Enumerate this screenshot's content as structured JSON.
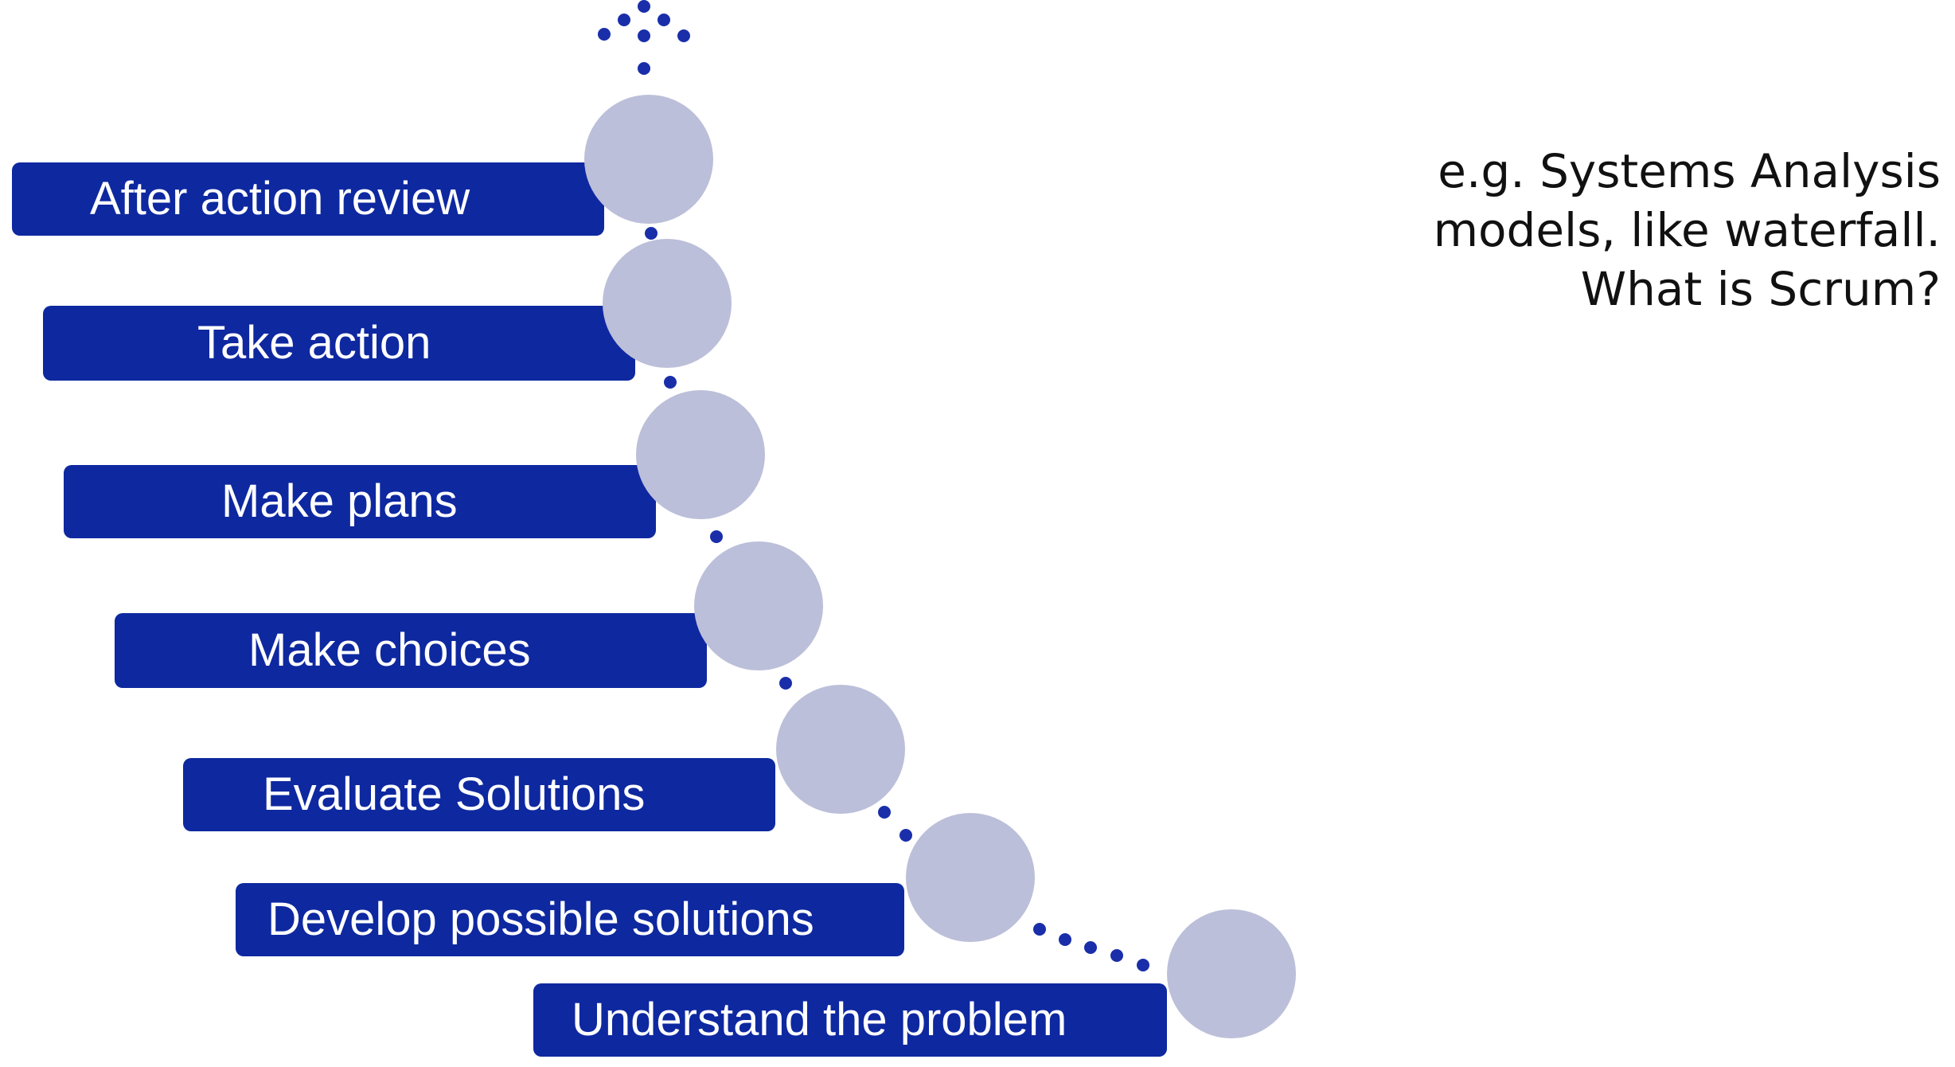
{
  "colors": {
    "bar": "#0e28a0",
    "circle": "#bcbfd9",
    "dot": "#1a2eaa",
    "note_text": "#111111"
  },
  "steps": [
    {
      "label": "After action review"
    },
    {
      "label": "Take action"
    },
    {
      "label": "Make plans"
    },
    {
      "label": "Make choices"
    },
    {
      "label": "Evaluate Solutions"
    },
    {
      "label": "Develop possible solutions"
    },
    {
      "label": "Understand the problem"
    }
  ],
  "note": {
    "lines": [
      "e.g. Systems Analysis",
      "models, like waterfall.",
      "What is Scrum?"
    ]
  }
}
